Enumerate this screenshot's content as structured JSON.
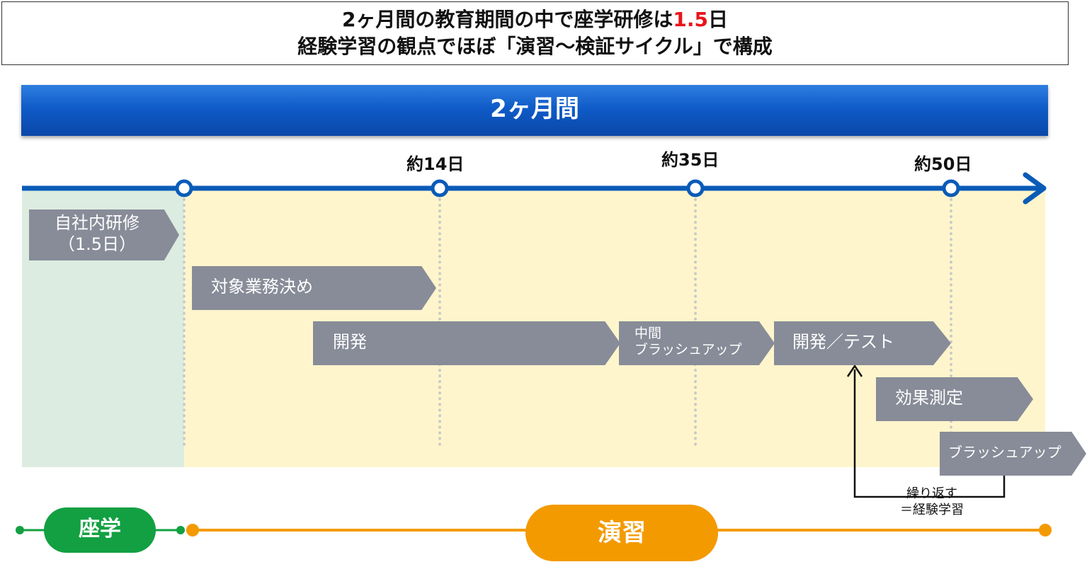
{
  "header": {
    "line1_before": "2ヶ月間の教育期間の中で座学研修は",
    "line1_accent": "1.5",
    "line1_after": "日",
    "line2": "経験学習の観点でほぼ「演習〜検証サイクル」で構成"
  },
  "banner": {
    "label": "2ヶ月間"
  },
  "timeline": {
    "milestones": [
      "約14日",
      "約35日",
      "約50日"
    ]
  },
  "phases": {
    "in_house": {
      "line1": "自社内研修",
      "line2": "（1.5日）"
    },
    "target_decision": "対象業務決め",
    "development": "開発",
    "interim_brushup": {
      "line1": "中間",
      "line2": "ブラッシュアップ"
    },
    "dev_test": "開発／テスト",
    "effect_measure": "効果測定",
    "brushup": "ブラッシュアップ"
  },
  "loop_note": {
    "line1": "繰り返す",
    "line2": "＝経験学習"
  },
  "bottom": {
    "lecture": "座学",
    "practice": "演習"
  },
  "colors": {
    "banner_blue": "#0f5bc8",
    "timeline_blue": "#0a5bb8",
    "chevron_gray": "#888c98",
    "green": "#12a042",
    "orange": "#f39a00",
    "accent_red": "#e8141a",
    "lecture_bg": "#dcece0",
    "practice_bg": "#fff5cc"
  }
}
